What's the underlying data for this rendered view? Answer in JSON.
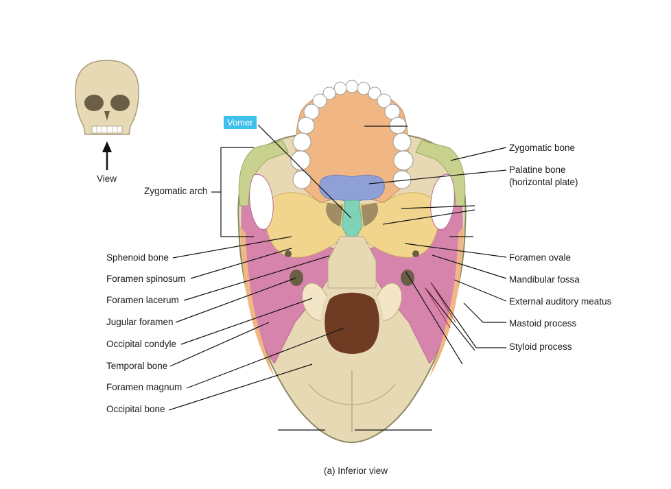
{
  "caption": "(a) Inferior view",
  "orientation_label": "View",
  "highlighted_label": "Vomer",
  "labels_left": {
    "zygomatic_arch": "Zygomatic arch",
    "sphenoid_bone": "Sphenoid bone",
    "foramen_spinosum": "Foramen spinosum",
    "foramen_lacerum": "Foramen lacerum",
    "jugular_foramen": "Jugular foramen",
    "occipital_condyle": "Occipital condyle",
    "temporal_bone": "Temporal bone",
    "foramen_magnum": "Foramen magnum",
    "occipital_bone": "Occipital bone"
  },
  "labels_right": {
    "zygomatic_bone": "Zygomatic bone",
    "palatine_bone_line1": "Palatine bone",
    "palatine_bone_line2": "(horizontal plate)",
    "foramen_ovale": "Foramen ovale",
    "mandibular_fossa": "Mandibular fossa",
    "external_auditory_meatus": "External auditory meatus",
    "mastoid_process": "Mastoid process",
    "styloid_process": "Styloid process"
  },
  "colors": {
    "occipital": "#e8d9b5",
    "temporal": "#d784ad",
    "sphenoid": "#f2d58c",
    "maxilla": "#f0b785",
    "zygomatic": "#c8d28e",
    "palatine": "#8ea0d6",
    "vomer": "#7fd1b8",
    "foramen_magnum": "#6e3a22",
    "highlight": "#3fc0ea"
  }
}
